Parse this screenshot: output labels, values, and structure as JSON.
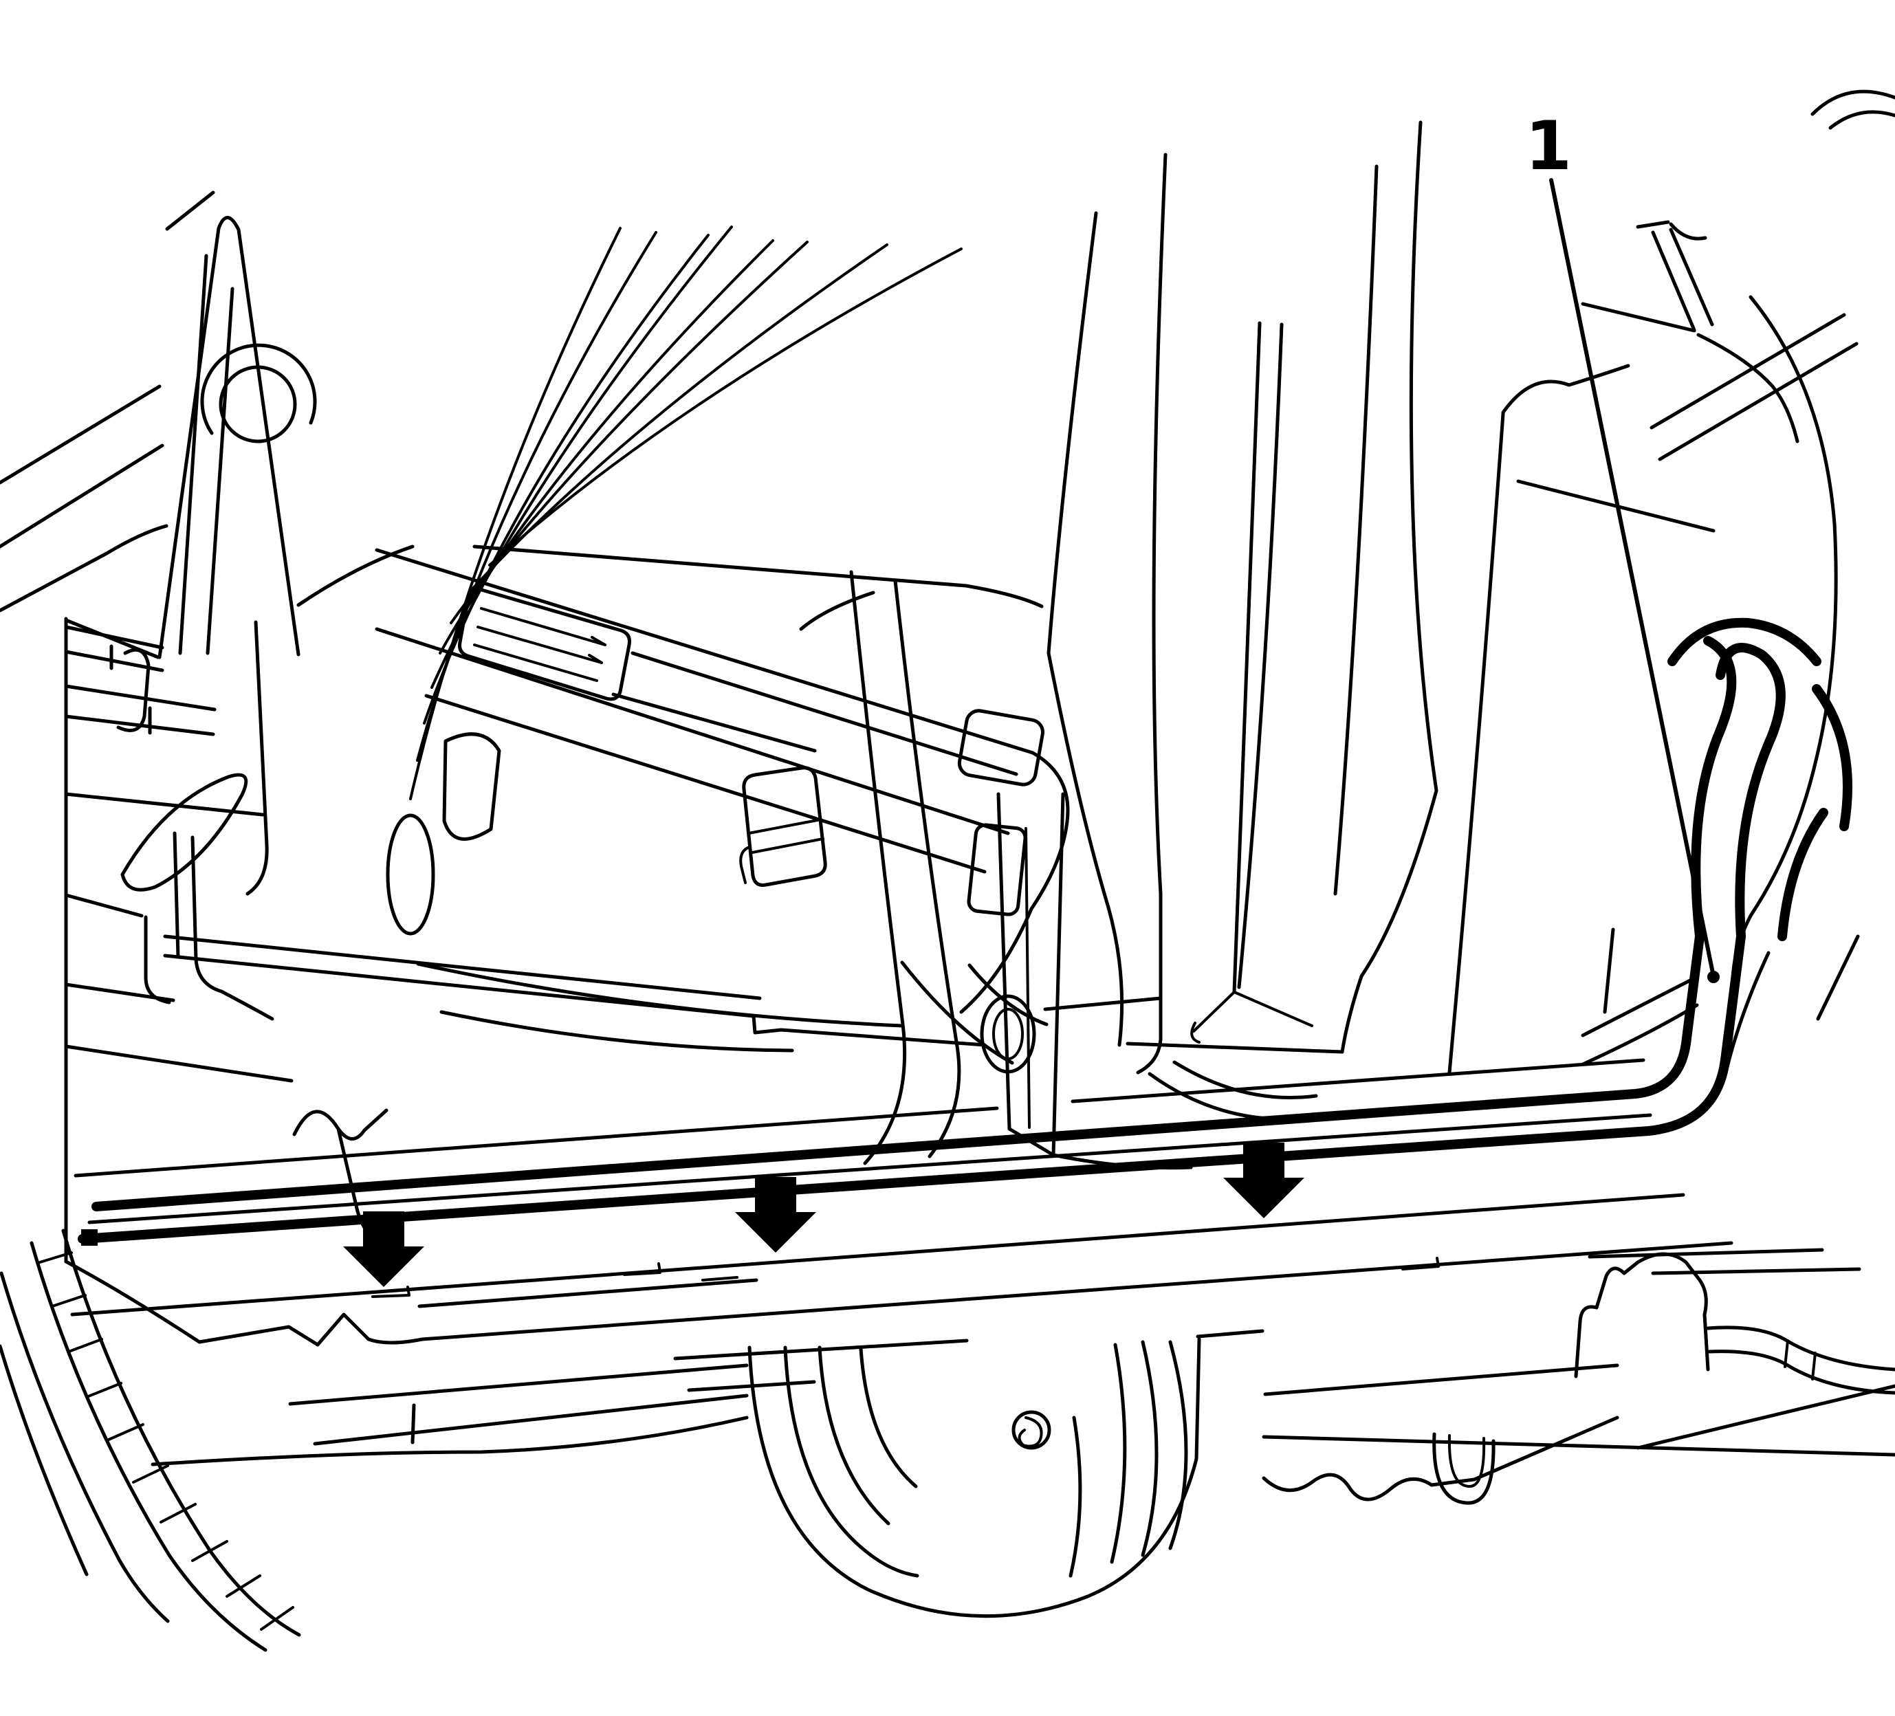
{
  "figure": {
    "kind": "vehicle-service-line-illustration",
    "background_color": "#ffffff",
    "line_color": "#000000"
  },
  "callouts": [
    {
      "label": "1"
    }
  ],
  "arrows": {
    "count": 3,
    "icon": "down-arrow-icon",
    "direction": "down"
  }
}
